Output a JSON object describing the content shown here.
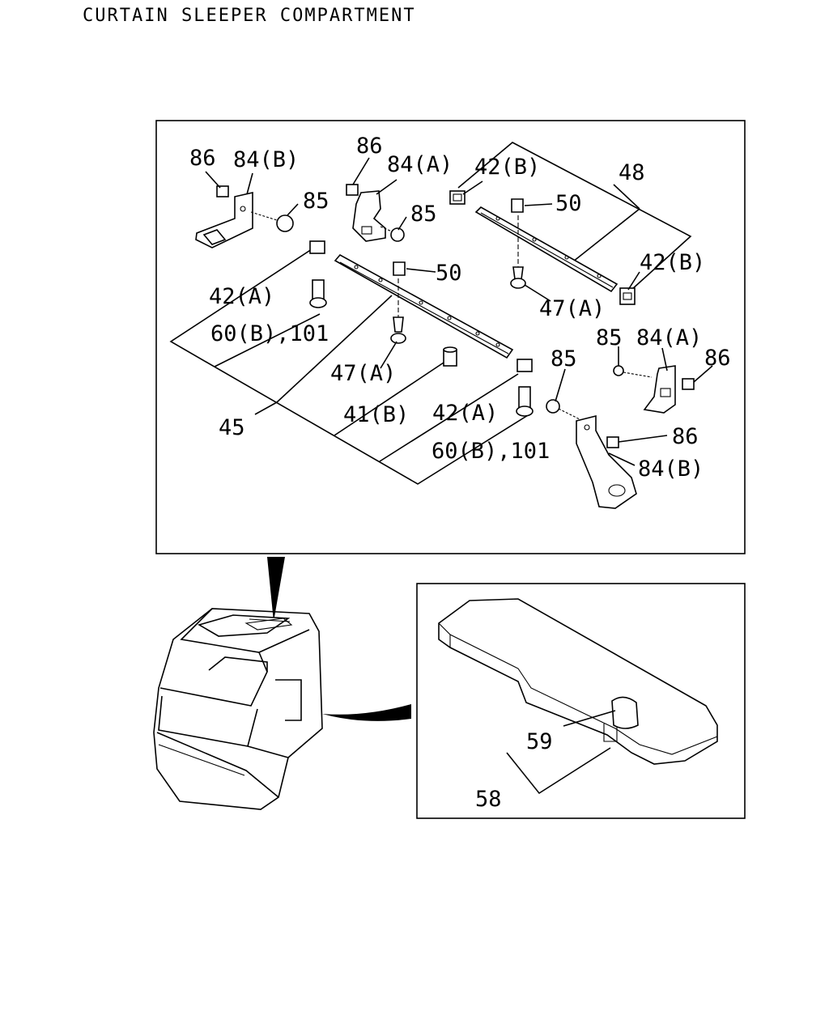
{
  "title": "CURTAIN SLEEPER COMPARTMENT",
  "parts": {
    "p86_a": "86",
    "p84b_a": "84(B)",
    "p85_a": "85",
    "p86_b": "86",
    "p84a_a": "84(A)",
    "p85_b": "85",
    "p42b_a": "42(B)",
    "p48": "48",
    "p50_a": "50",
    "p42b_b": "42(B)",
    "p47a_a": "47(A)",
    "p42a_a": "42(A)",
    "p50_b": "50",
    "p60b_a": "60(B),101",
    "p47a_b": "47(A)",
    "p45": "45",
    "p41b": "41(B)",
    "p42a_b": "42(A)",
    "p60b_b": "60(B),101",
    "p85_c": "85",
    "p84a_b": "84(A)",
    "p86_c": "86",
    "p85_d": "85",
    "p86_d": "86",
    "p84b_b": "84(B)",
    "p59": "59",
    "p58": "58"
  }
}
